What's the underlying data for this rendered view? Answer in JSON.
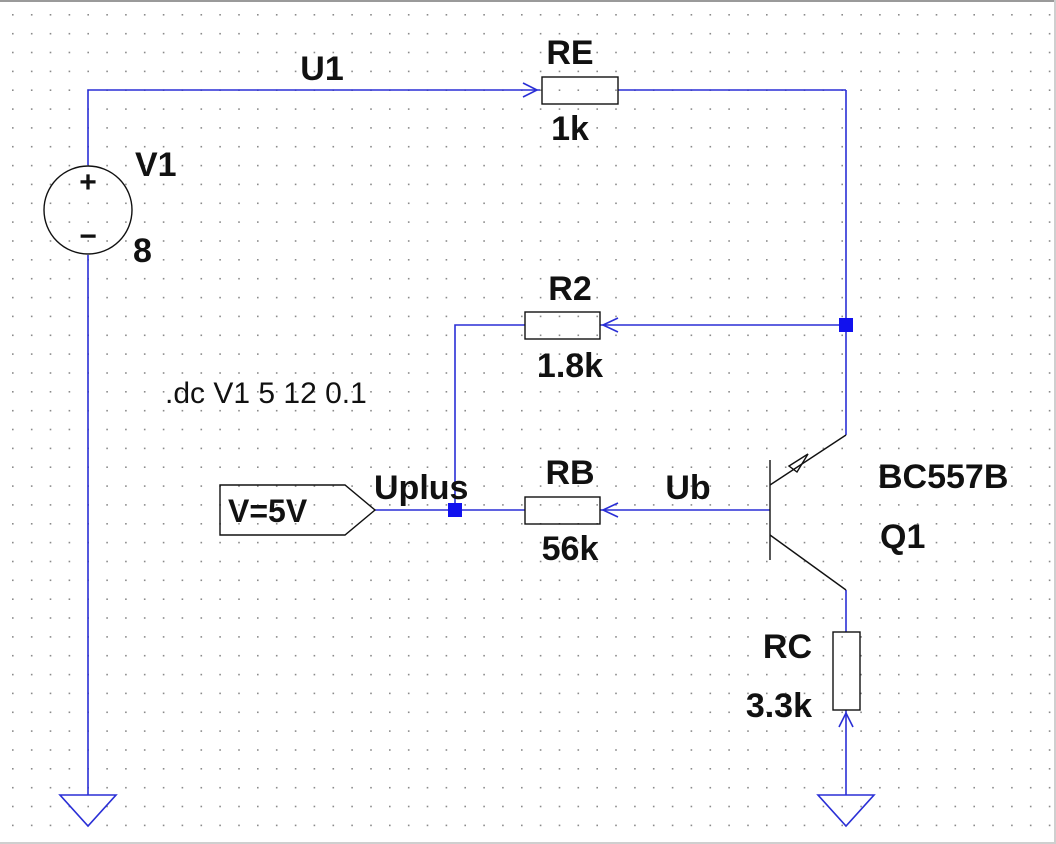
{
  "schematic": {
    "colors": {
      "wire": "#2a2fd6",
      "component": "#111111",
      "junction": "#1111ee",
      "grid_dot": "#8a8a8a",
      "background": "#ffffff"
    },
    "nets": {
      "top": "U1",
      "input": "Uplus",
      "base": "Ub"
    },
    "source": {
      "name": "V1",
      "value": "8",
      "plus_sign": "+",
      "minus_sign": "−"
    },
    "resistors": {
      "re": {
        "name": "RE",
        "value": "1k"
      },
      "r2": {
        "name": "R2",
        "value": "1.8k"
      },
      "rb": {
        "name": "RB",
        "value": "56k"
      },
      "rc": {
        "name": "RC",
        "value": "3.3k"
      }
    },
    "transistor": {
      "model": "BC557B",
      "name": "Q1"
    },
    "voltage_tag": "V=5V",
    "directive": ".dc V1 5 12 0.1"
  }
}
